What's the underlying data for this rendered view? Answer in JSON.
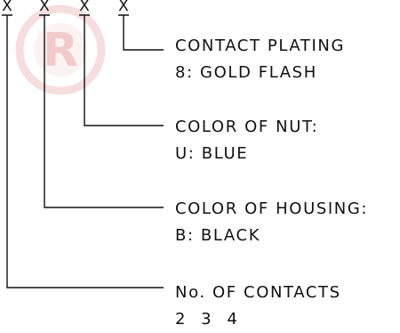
{
  "part_number": {
    "positions": [
      "X",
      "X",
      "X",
      "X"
    ]
  },
  "callouts": [
    {
      "title": "CONTACT PLATING",
      "value": "8: GOLD FLASH"
    },
    {
      "title": "COLOR OF NUT:",
      "value": "U: BLUE"
    },
    {
      "title": "COLOR OF HOUSING:",
      "value": "B: BLACK"
    },
    {
      "title": "No. OF CONTACTS",
      "value": "2 3 4"
    }
  ],
  "watermark": {
    "text": "R",
    "color": "#e8a0a0"
  },
  "colors": {
    "line": "#111111",
    "background": "#ffffff"
  }
}
